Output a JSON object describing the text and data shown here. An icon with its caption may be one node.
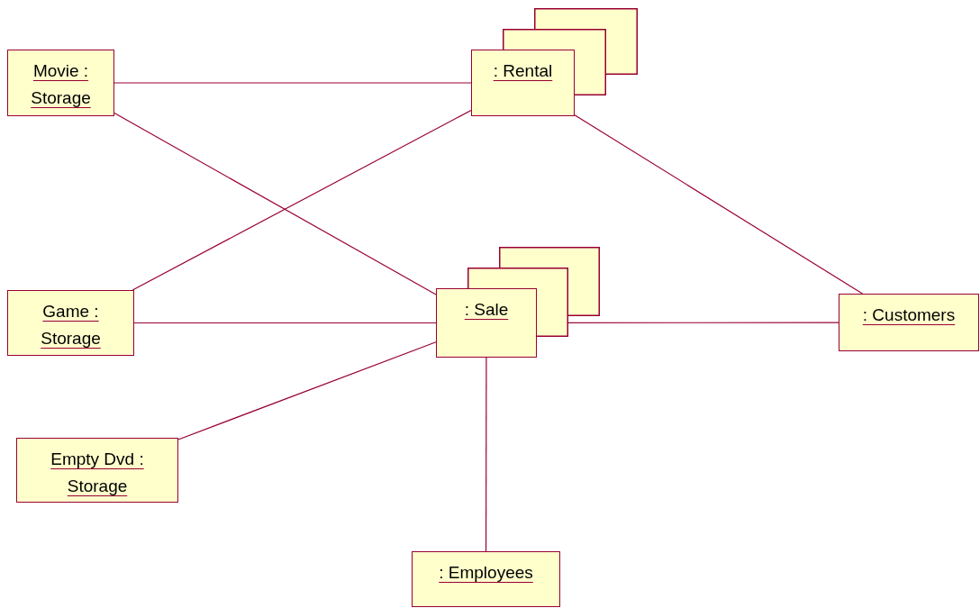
{
  "diagram": {
    "nodes": [
      {
        "text": [
          "Movie : Storage"
        ]
      },
      {
        "text": [
          ": Rental"
        ]
      },
      {
        "text": [
          "Game : Storage"
        ]
      },
      {
        "text": [
          ": Sale"
        ]
      },
      {
        "text": [
          ": Customers"
        ]
      },
      {
        "text": [
          "Empty Dvd : Storage"
        ]
      },
      {
        "text": [
          ": Employees"
        ]
      }
    ],
    "edges": [
      {
        "from": 0,
        "to": 1,
        "arrow": "none"
      },
      {
        "from": 0,
        "to": 3,
        "arrow": "none"
      },
      {
        "from": 2,
        "to": 1,
        "arrow": "none"
      },
      {
        "from": 1,
        "to": 4,
        "arrow": "none"
      },
      {
        "from": 2,
        "to": 3,
        "arrow": "none"
      },
      {
        "from": 5,
        "to": 3,
        "arrow": "none"
      },
      {
        "from": 3,
        "to": 4,
        "arrow": "none"
      },
      {
        "from": 3,
        "to": 6,
        "arrow": "none"
      }
    ]
  }
}
